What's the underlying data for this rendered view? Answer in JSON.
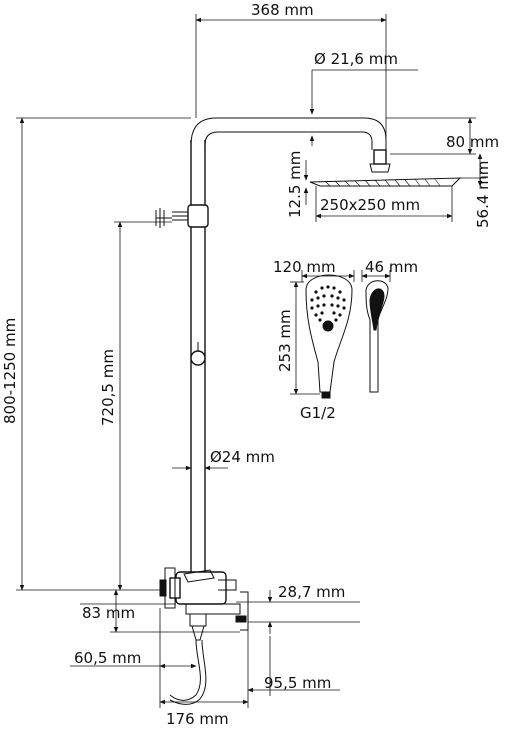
{
  "dimensions": {
    "arm_length": "368 mm",
    "arm_diameter": "Ø 21,6 mm",
    "head_offset": "80 mm",
    "head_thickness": "12.5 mm",
    "head_size": "250x250 mm",
    "head_height": "56.4 mm",
    "total_height": "800-1250 mm",
    "rail_height": "720,5 mm",
    "rail_diameter": "Ø24 mm",
    "hand_width": "120 mm",
    "hand_depth": "46 mm",
    "hand_length": "253 mm",
    "hand_thread": "G1/2",
    "valve_offset": "28,7 mm",
    "valve_height": "83 mm",
    "outlet_depth": "60,5 mm",
    "spout_length": "95,5 mm",
    "valve_width": "176 mm"
  },
  "colors": {
    "line": "#111111",
    "background": "#ffffff"
  }
}
